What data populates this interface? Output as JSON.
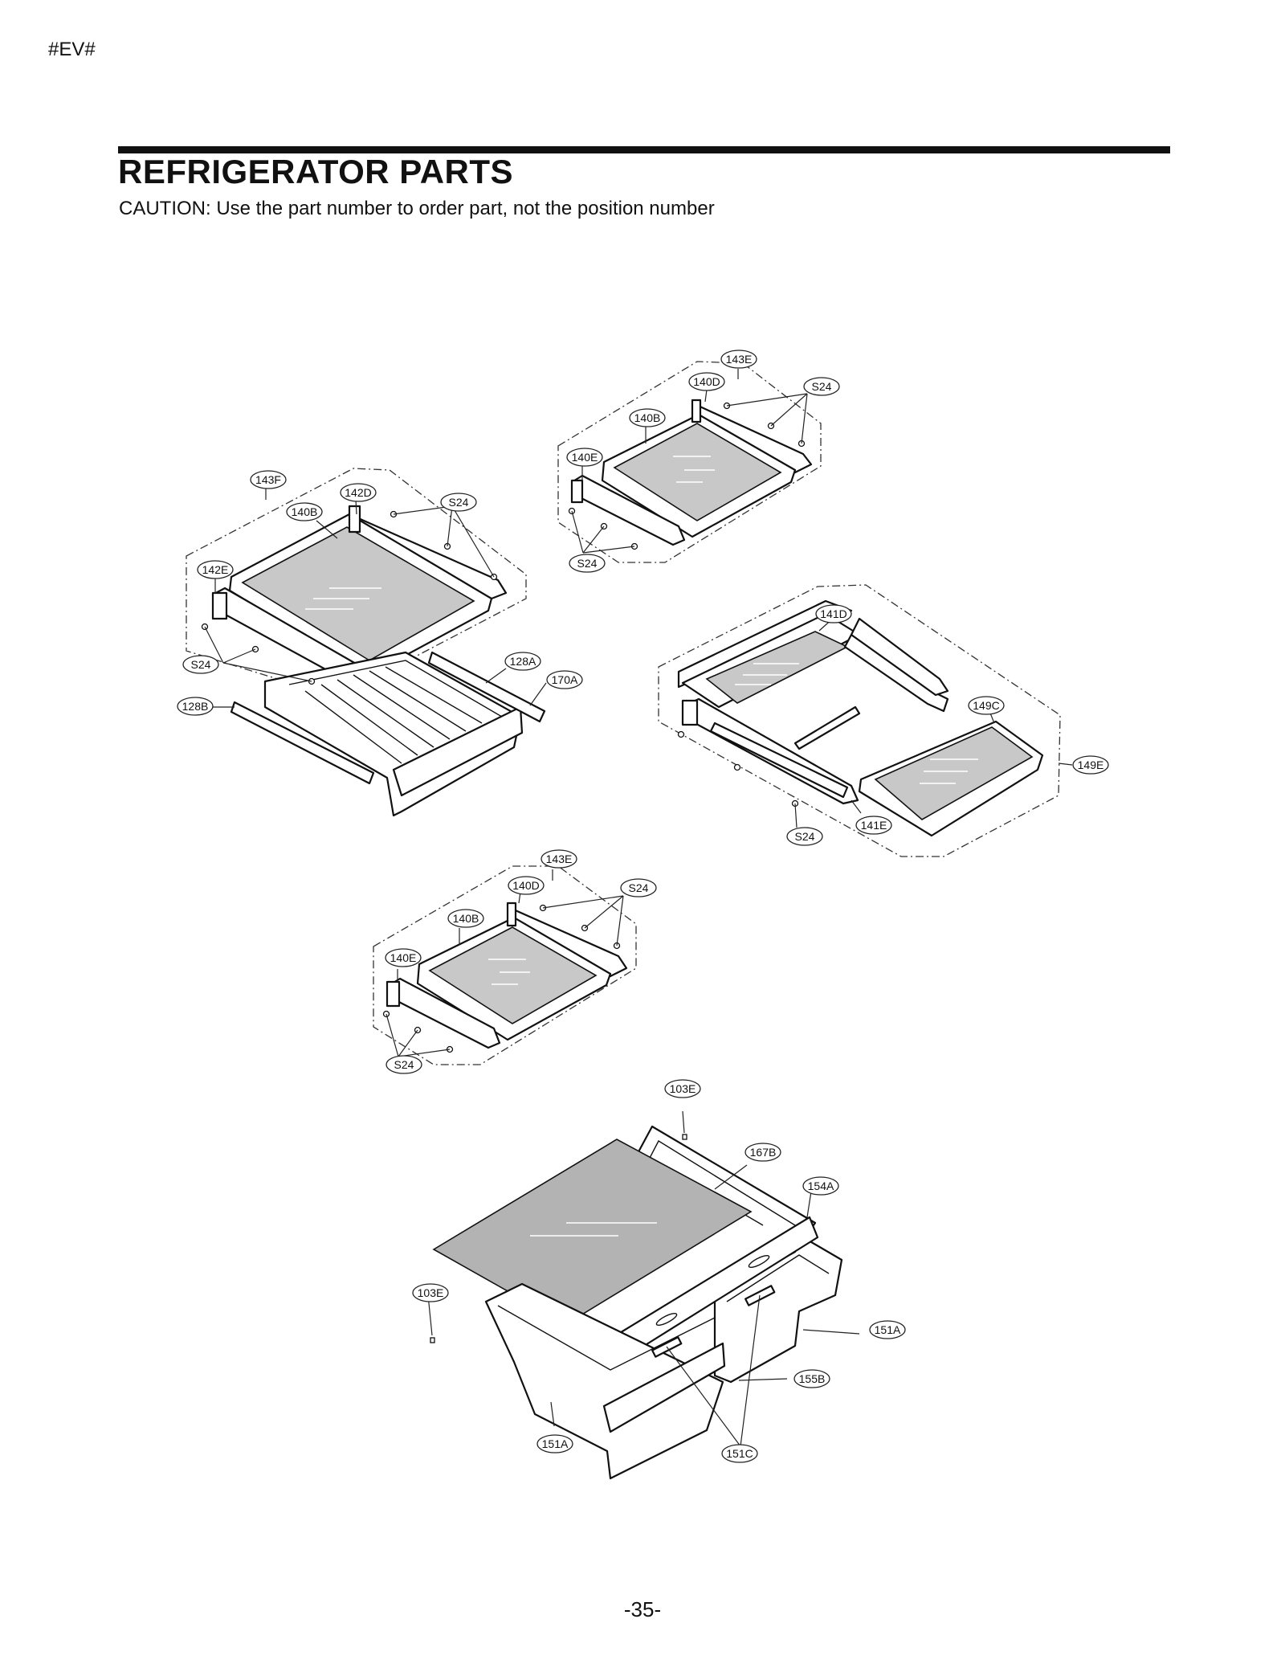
{
  "header": {
    "code": "#EV#",
    "title": "REFRIGERATOR PARTS",
    "caution": "CAUTION: Use the part number to order part, not the position number"
  },
  "footer": {
    "page": "-35-"
  },
  "callouts": {
    "a1": "143E",
    "a2": "140D",
    "a3": "S24",
    "a4": "140B",
    "a5": "140E",
    "a6": "S24",
    "b1": "143F",
    "b2": "142D",
    "b3": "S24",
    "b4": "140B",
    "b5": "142E",
    "b6": "S24",
    "b7": "128A",
    "b8": "170A",
    "b9": "128B",
    "c1": "141D",
    "c2": "149C",
    "c3": "149E",
    "c4": "141E",
    "c5": "S24",
    "d1": "143E",
    "d2": "140D",
    "d3": "S24",
    "d4": "140B",
    "d5": "140E",
    "d6": "S24",
    "e1": "103E",
    "e2": "167B",
    "e3": "154A",
    "e4": "103E",
    "e5": "151A",
    "e6": "155B",
    "e7": "151A",
    "e8": "151C"
  }
}
